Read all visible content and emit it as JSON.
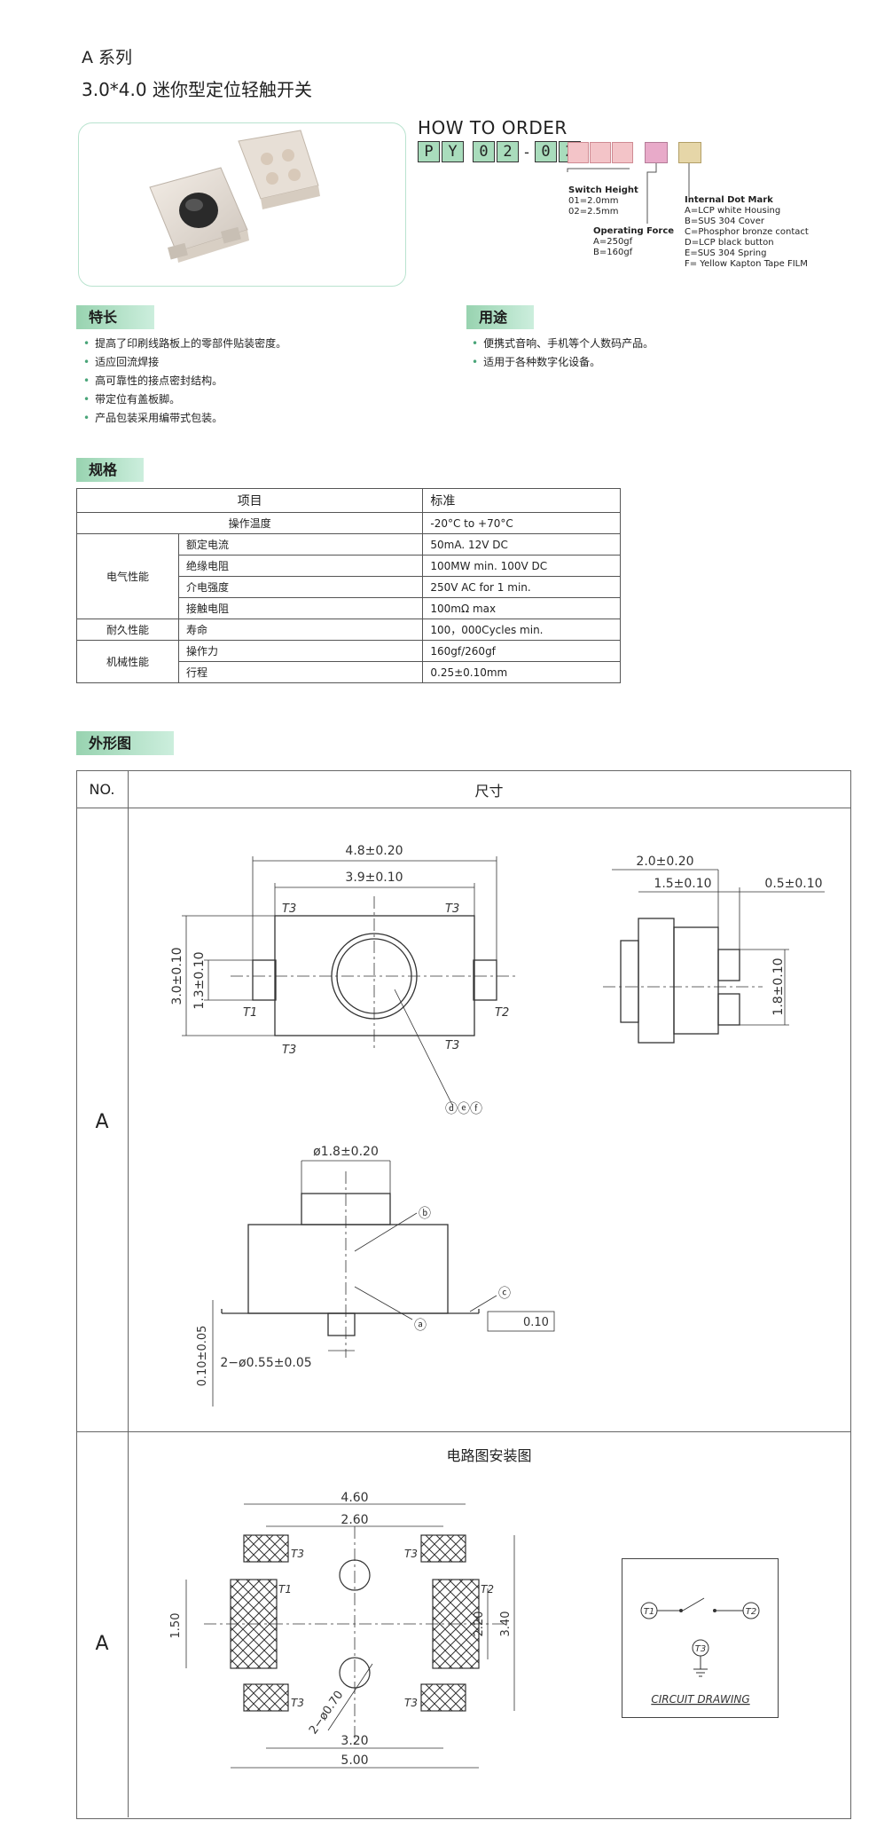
{
  "header": {
    "series": "A 系列",
    "title": "3.0*4.0 迷你型定位轻触开关"
  },
  "order": {
    "heading": "HOW TO ORDER",
    "code": [
      "P",
      "Y",
      "0",
      "2",
      "-",
      "0",
      "2"
    ],
    "switch_height_title": "Switch Height",
    "switch_height_opts": [
      "01=2.0mm",
      "02=2.5mm"
    ],
    "force_title": "Operating Force",
    "force_opts": [
      "A=250gf",
      "B=160gf"
    ],
    "dot_title": "Internal Dot Mark",
    "dot_opts": [
      "A=LCP white Housing",
      "B=SUS 304 Cover",
      "C=Phosphor bronze contact",
      "D=LCP black button",
      "E=SUS 304 Spring",
      "F= Yellow Kapton Tape FILM"
    ],
    "colors": {
      "pink": "#f3c4c8",
      "magenta": "#e8aac9",
      "tan": "#e6d6a8",
      "green": "#a9dcbc"
    }
  },
  "features": {
    "label": "特长",
    "items": [
      "提高了印刷线路板上的零部件贴装密度。",
      "适应回流焊接",
      "高可靠性的接点密封结构。",
      "带定位有盖板脚。",
      "产品包装采用编带式包装。"
    ]
  },
  "uses": {
    "label": "用途",
    "items": [
      "便携式音响、手机等个人数码产品。",
      "适用于各种数字化设备。"
    ]
  },
  "spec": {
    "label": "规格",
    "head": [
      "项目",
      "标准"
    ],
    "rows": [
      {
        "group": "操作温度",
        "item": "",
        "value": "-20°C to +70°C"
      },
      {
        "group": "电气性能",
        "item": "额定电流",
        "value": "50mA. 12V DC"
      },
      {
        "group": "",
        "item": "绝缘电阻",
        "value": "100MW min. 100V DC"
      },
      {
        "group": "",
        "item": "介电强度",
        "value": "250V AC for 1 min."
      },
      {
        "group": "",
        "item": "接触电阻",
        "value": "100mΩ max"
      },
      {
        "group": "耐久性能",
        "item": "寿命",
        "value": "100，000Cycles min."
      },
      {
        "group": "机械性能",
        "item": "操作力",
        "value": "160gf/260gf"
      },
      {
        "group": "",
        "item": "行程",
        "value": "0.25±0.10mm"
      }
    ]
  },
  "outline": {
    "label": "外形图",
    "col_no": "NO.",
    "col_dim": "尺寸",
    "row1_no": "A",
    "row2_no": "A",
    "row2_title": "电路图安装图",
    "top_view": {
      "w": "4.8±0.20",
      "w2": "3.9±0.10",
      "h": "3.0±0.10",
      "h2": "1.3±0.10",
      "t1": "T1",
      "t2": "T2",
      "t3": "T3",
      "callout": "ⓓⓔⓕ"
    },
    "side_view": {
      "w": "2.0±0.20",
      "w2": "1.5±0.10",
      "w3": "0.5±0.10",
      "h": "1.8±0.10"
    },
    "front_view": {
      "dia": "ø1.8±0.20",
      "pin": "2−ø0.55±0.05",
      "base": "0.10±0.05",
      "flat": "0.10",
      "a": "ⓐ",
      "b": "ⓑ",
      "c": "ⓒ"
    },
    "pcb": {
      "d1": "4.60",
      "d2": "2.60",
      "d3": "1.50",
      "d4": "2.20",
      "d5": "3.40",
      "d6": "3.20",
      "d7": "5.00",
      "hole": "2−ø0.70",
      "t1": "T1",
      "t2": "T2",
      "t3": "T3"
    },
    "circuit": {
      "t1": "T1",
      "t2": "T2",
      "t3": "T3",
      "label": "CIRCUIT DRAWING"
    }
  }
}
